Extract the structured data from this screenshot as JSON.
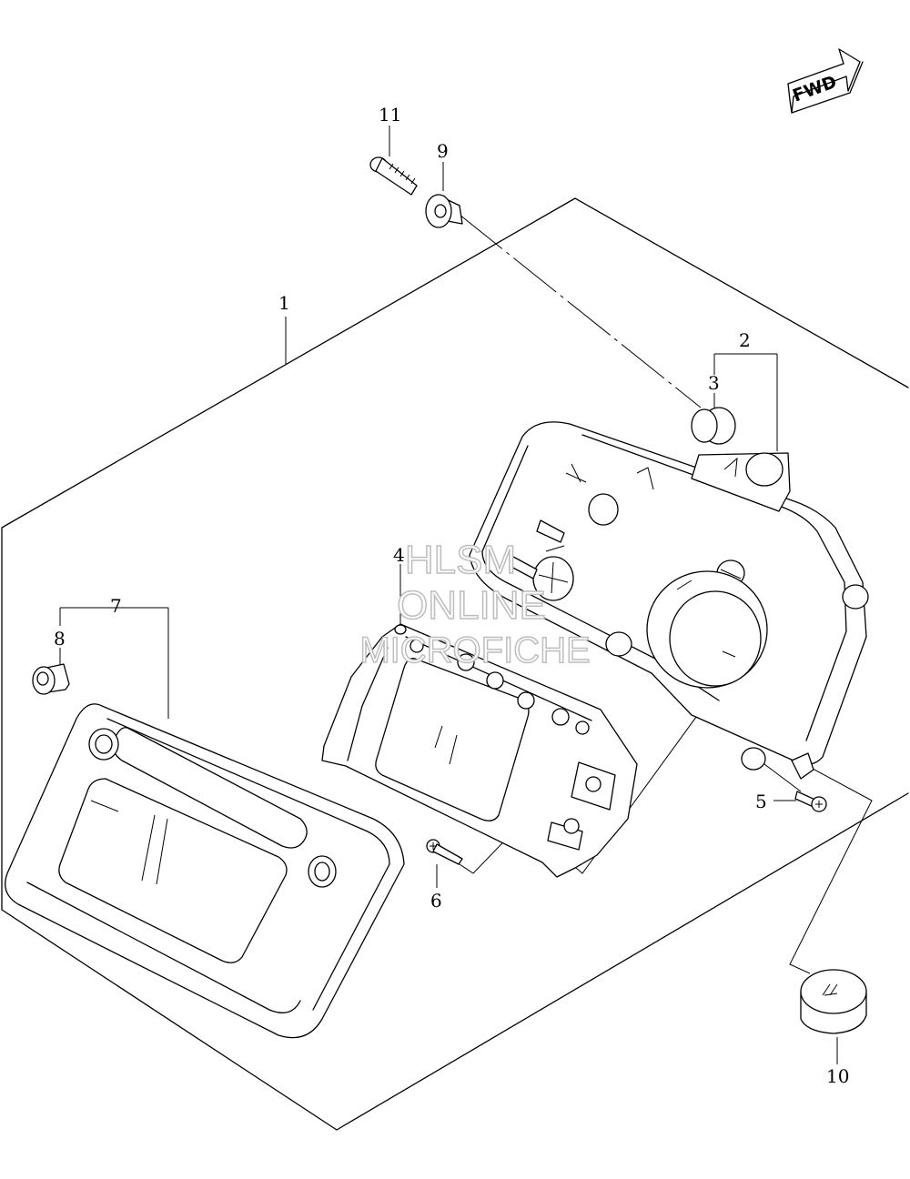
{
  "diagram": {
    "fwd_indicator": {
      "text": "FWD",
      "icon": "forward-arrow-icon"
    },
    "part_labels": [
      {
        "id": "1",
        "text": "1"
      },
      {
        "id": "2",
        "text": "2"
      },
      {
        "id": "3",
        "text": "3"
      },
      {
        "id": "4",
        "text": "4"
      },
      {
        "id": "5",
        "text": "5"
      },
      {
        "id": "6",
        "text": "6"
      },
      {
        "id": "7",
        "text": "7"
      },
      {
        "id": "8",
        "text": "8"
      },
      {
        "id": "9",
        "text": "9"
      },
      {
        "id": "10",
        "text": "10"
      },
      {
        "id": "11",
        "text": "11"
      }
    ],
    "watermark": {
      "line1": "HLSM",
      "line2": "ONLINE",
      "line3": "MICROFICHE"
    }
  }
}
